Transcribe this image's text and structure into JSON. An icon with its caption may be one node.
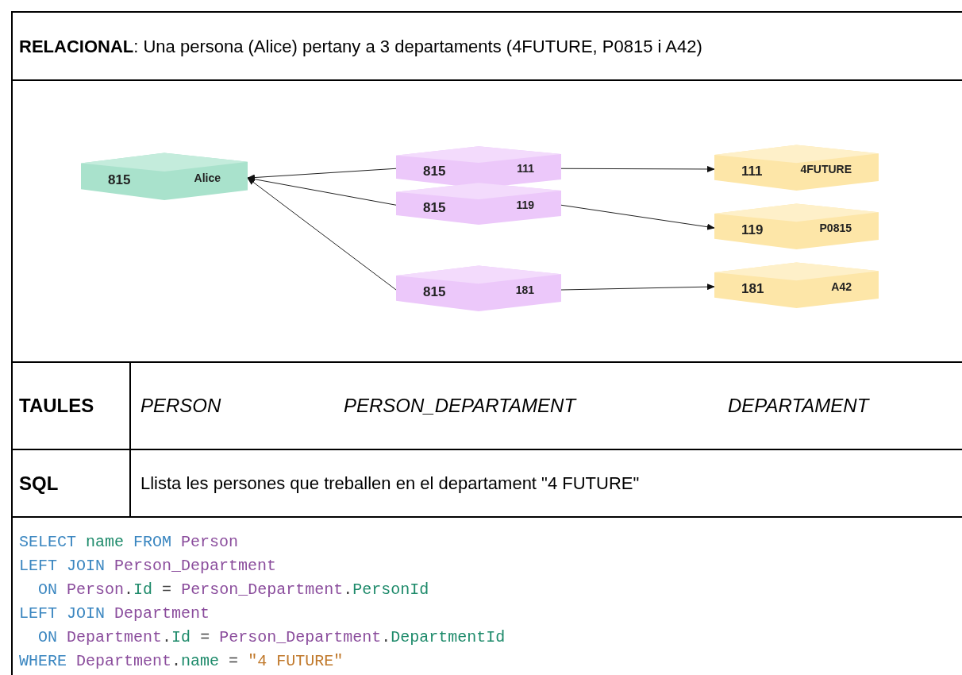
{
  "diagram": {
    "title": "**RELACIONAL**: Una persona (Alice) pertany a 3 departaments (4FUTURE, P0815 i A42)",
    "nodes": [
      {
        "text": [
          "815",
          "Alice"
        ]
      },
      {
        "text": [
          "815",
          "111"
        ]
      },
      {
        "text": [
          "815",
          "119"
        ]
      },
      {
        "text": [
          "815",
          "181"
        ]
      },
      {
        "text": [
          "111",
          "4FUTURE"
        ]
      },
      {
        "text": [
          "119",
          "P0815"
        ]
      },
      {
        "text": [
          "181",
          "A42"
        ]
      }
    ],
    "edges": [
      {
        "from": 1,
        "to": 0,
        "arrow": "to"
      },
      {
        "from": 2,
        "to": 0,
        "arrow": "to"
      },
      {
        "from": 3,
        "to": 0,
        "arrow": "to"
      },
      {
        "from": 1,
        "to": 4,
        "arrow": "to"
      },
      {
        "from": 2,
        "to": 5,
        "arrow": "to"
      },
      {
        "from": 3,
        "to": 6,
        "arrow": "to"
      }
    ],
    "labels": [
      "TAULES",
      "PERSON",
      "PERSON_DEPARTAMENT",
      "DEPARTAMENT",
      "SQL",
      "Llista les persones que treballen en el departament \"4 FUTURE\"",
      "SELECT name FROM Person",
      "LEFT JOIN Person_Department",
      "  ON Person.Id = Person_Department.PersonId",
      "LEFT JOIN Department",
      "  ON Department.Id = Person_Department.DepartmentId",
      "WHERE Department.name = \"4 FUTURE\""
    ]
  }
}
